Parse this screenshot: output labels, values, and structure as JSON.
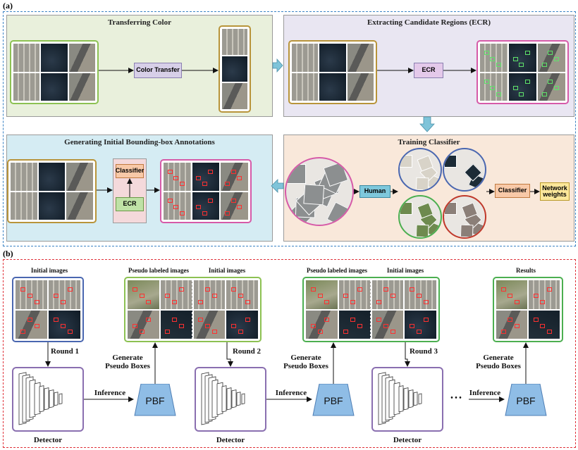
{
  "part_a": {
    "label": "(a)",
    "frame_color": "#3a83c4",
    "panels": {
      "transfer": {
        "title": "Transferring Color",
        "bg": "#e9f0dc",
        "box_label": "Color Transfer",
        "box_color": "#d7cfe8"
      },
      "ecr": {
        "title": "Extracting Candidate Regions (ECR)",
        "bg": "#e9e6f2",
        "box_label": "ECR"
      },
      "annot": {
        "title": "Generating Initial Bounding-box Annotations",
        "bg": "#d5ecf3",
        "classifier_label": "Classifier",
        "ecr_label": "ECR"
      },
      "train": {
        "title": "Training Classifier",
        "bg": "#f9e8da",
        "human_label": "Human",
        "classifier_label": "Classifier",
        "weights_label": "Network weights"
      }
    }
  },
  "part_b": {
    "label": "(b)",
    "frame_color": "#e0323a",
    "image_labels": {
      "initial": "Initial images",
      "pseudo": "Pseudo labeled images",
      "results": "Results"
    },
    "rounds": [
      "Round 1",
      "Round 2",
      "Round 3"
    ],
    "generate_label": "Generate\nPseudo Boxes",
    "inference_label": "Inference",
    "pbf_label": "PBF",
    "detector_label": "Detector",
    "ellipsis": "• • •"
  },
  "colors": {
    "green_border": "#8cc152",
    "gold_border": "#b8943a",
    "pink_border": "#d65aa8",
    "blue_border": "#4a67b0",
    "bright_green": "#4caf50",
    "purple_border": "#8a6fb0",
    "arrow_fill": "#7fc4d9",
    "pbf_fill": "#8fbde6",
    "human_fill": "#7ec8dc",
    "classifier_fill": "#f8c9a8",
    "weights_fill": "#fce79a"
  }
}
